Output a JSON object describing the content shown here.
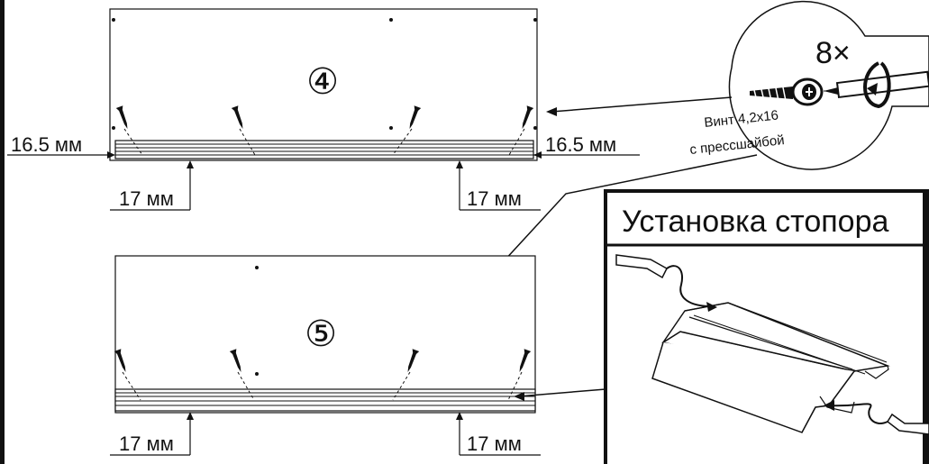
{
  "steps": [
    {
      "number": "④"
    },
    {
      "number": "⑤"
    }
  ],
  "dimensions": {
    "left_side": "16.5 мм",
    "right_side": "16.5 мм",
    "step4_bottom_left": "17 мм",
    "step4_bottom_right": "17 мм",
    "step5_bottom_left": "17 мм",
    "step5_bottom_right": "17 мм"
  },
  "screw_callout": {
    "quantity": "8×",
    "name_line1": "Винт 4,2х16",
    "name_line2": "с прессшайбой"
  },
  "inset": {
    "title": "Установка стопора"
  },
  "colors": {
    "line": "#111111",
    "background": "#ffffff"
  }
}
